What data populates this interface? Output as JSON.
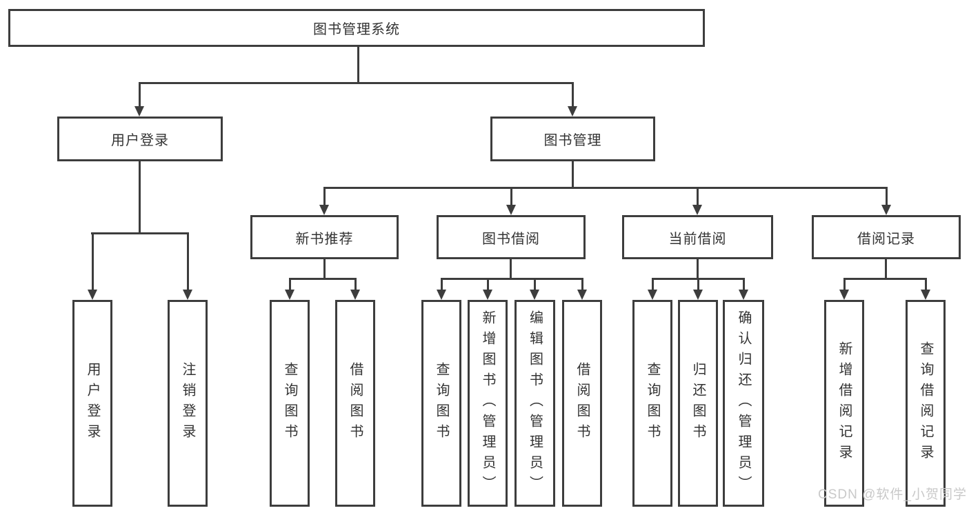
{
  "diagram": {
    "root": {
      "label": "图书管理系统"
    },
    "level2": [
      {
        "label": "用户登录"
      },
      {
        "label": "图书管理"
      }
    ],
    "level3": [
      {
        "label": "新书推荐"
      },
      {
        "label": "图书借阅"
      },
      {
        "label": "当前借阅"
      },
      {
        "label": "借阅记录"
      }
    ],
    "leaves": {
      "user_login": [
        {
          "label": "用户登录"
        },
        {
          "label": "注销登录"
        }
      ],
      "new_book_recommend": [
        {
          "label": "查询图书"
        },
        {
          "label": "借阅图书"
        }
      ],
      "book_borrow": [
        {
          "label": "查询图书"
        },
        {
          "label": "新增图书（管理员）"
        },
        {
          "label": "编辑图书（管理员）"
        },
        {
          "label": "借阅图书"
        }
      ],
      "current_borrow": [
        {
          "label": "查询图书"
        },
        {
          "label": "归还图书"
        },
        {
          "label": "确认归还（管理员）"
        }
      ],
      "borrow_records": [
        {
          "label": "新增借阅记录"
        },
        {
          "label": "查询借阅记录"
        }
      ]
    }
  },
  "watermark": {
    "text": "CSDN @软件_小贺同学"
  },
  "colors": {
    "line": "#3d3d3d",
    "text": "#333333",
    "watermark": "#c9c9c9",
    "background": "#ffffff"
  }
}
